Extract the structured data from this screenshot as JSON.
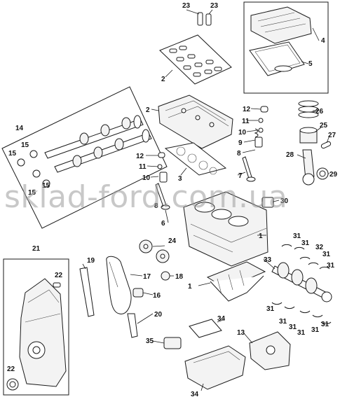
{
  "watermark": {
    "text": "sklad-ford.com.ua",
    "color": "#9a9a9a"
  },
  "callouts": {
    "c1a": "1",
    "c1b": "1",
    "c2a": "2",
    "c2b": "2",
    "c3": "3",
    "c4": "4",
    "c5": "5",
    "c6": "6",
    "c7": "7",
    "c8a": "8",
    "c8b": "8",
    "c9": "9",
    "c10a": "10",
    "c10b": "10",
    "c11a": "11",
    "c11b": "11",
    "c12a": "12",
    "c12b": "12",
    "c13": "13",
    "c14": "14",
    "c15a": "15",
    "c15b": "15",
    "c15c": "15",
    "c15d": "15",
    "c16": "16",
    "c17": "17",
    "c18": "18",
    "c19": "19",
    "c20": "20",
    "c21": "21",
    "c22a": "22",
    "c22b": "22",
    "c23a": "23",
    "c23b": "23",
    "c24": "24",
    "c25": "25",
    "c26": "26",
    "c27": "27",
    "c28": "28",
    "c29": "29",
    "c30": "30",
    "c31a": "31",
    "c31b": "31",
    "c31c": "31",
    "c31d": "31",
    "c31e": "31",
    "c31f": "31",
    "c31g": "31",
    "c31h": "31",
    "c31i": "31",
    "c31j": "31",
    "c32": "32",
    "c33": "33",
    "c34a": "34",
    "c34b": "34",
    "c35": "35"
  }
}
